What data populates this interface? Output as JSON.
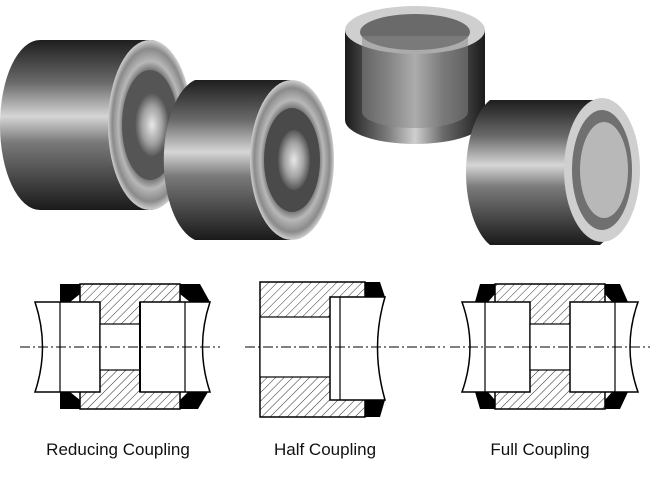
{
  "captions": {
    "reducing": "Reducing Coupling",
    "half": "Half Coupling",
    "full": "Full Coupling"
  },
  "colors": {
    "steel_dark": "#2a2a2a",
    "steel_light": "#d8d8d8",
    "hatch": "#333333",
    "weld": "#000000"
  },
  "icons": [
    "coupling-photo",
    "reducing-coupling-section",
    "half-coupling-section",
    "full-coupling-section"
  ]
}
